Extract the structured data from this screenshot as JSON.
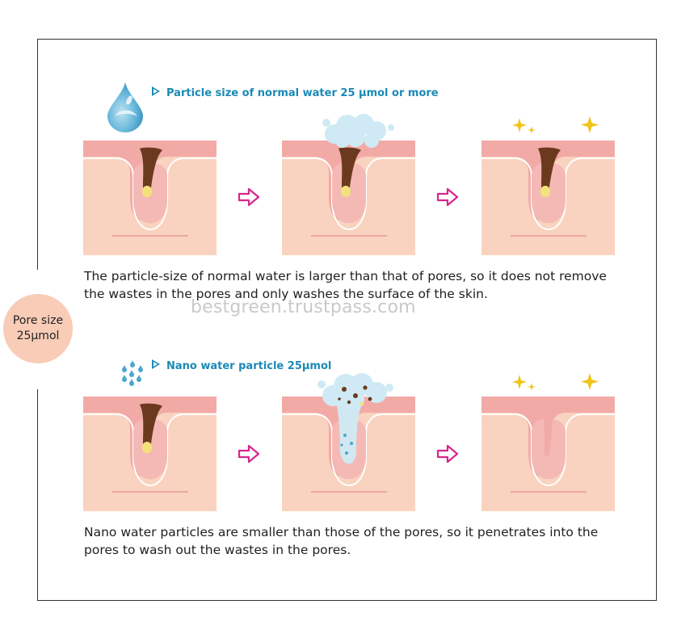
{
  "badge": {
    "line1": "Pore size",
    "line2": "25µmol"
  },
  "section1": {
    "title": "Particle size of normal water 25 µmol or more",
    "description": "The particle-size of normal water is larger than that of pores, so it does not remove the wastes in the pores and only washes the surface of the skin."
  },
  "section2": {
    "title": "Nano water particle 25µmol",
    "description": "Nano water particles are smaller than those of the pores, so it penetrates into the pores to wash out the wastes in the pores."
  },
  "watermark": "bestgreen.trustpass.com",
  "colors": {
    "title_blue": "#1b8ab6",
    "skin_surface": "#f2aaa7",
    "skin_body": "#f9d3bf",
    "pore_wall": "#ef9c99",
    "sebum_brown": "#6b3a1e",
    "sebum_yellow": "#f3e27a",
    "arrow_magenta": "#d6268c",
    "sparkle": "#f0c419",
    "water_blue": "#4aa6d0",
    "foam": "#cfeaf4",
    "badge": "#f9ccb7"
  },
  "icons": [
    "water-drop-icon",
    "nano-droplets-icon",
    "arrow-right-icon",
    "sparkle-icon",
    "foam-bubbles-icon"
  ]
}
